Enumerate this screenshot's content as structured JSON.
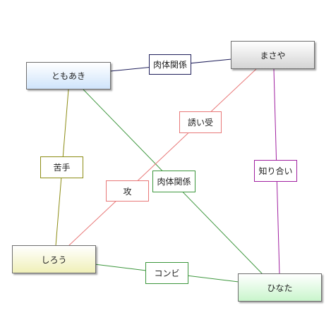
{
  "nodes": {
    "tomoaki": {
      "name": "ともあき",
      "fill_top": "#ffffff",
      "fill_bottom": "#cfe4fb"
    },
    "masaya": {
      "name": "まさや",
      "fill_top": "#ffffff",
      "fill_bottom": "#d4d4d4"
    },
    "shirou": {
      "name": "しろう",
      "fill_top": "#ffffff",
      "fill_bottom": "#f0f0b8"
    },
    "hinata": {
      "name": "ひなた",
      "fill_top": "#ffffff",
      "fill_bottom": "#c9f5cc"
    }
  },
  "edges": [
    {
      "from": "tomoaki",
      "to": "masaya",
      "label": "肉体関係",
      "color": "#1e1e5a"
    },
    {
      "from": "tomoaki",
      "to": "shirou",
      "label": "苦手",
      "color": "#8c8c14"
    },
    {
      "from": "tomoaki",
      "to": "hinata",
      "label": "肉体関係",
      "color": "#3c963c"
    },
    {
      "from": "masaya",
      "to": "shirou",
      "label": "誘い受",
      "color": "#e87878"
    },
    {
      "from": "masaya",
      "to": "hinata",
      "label": "知り合い",
      "color": "#a020a0"
    },
    {
      "from": "shirou",
      "to": "hinata",
      "label": "コンビ",
      "color": "#3c963c"
    }
  ],
  "extra_labels": [
    {
      "label": "攻",
      "color": "#e87878"
    }
  ]
}
